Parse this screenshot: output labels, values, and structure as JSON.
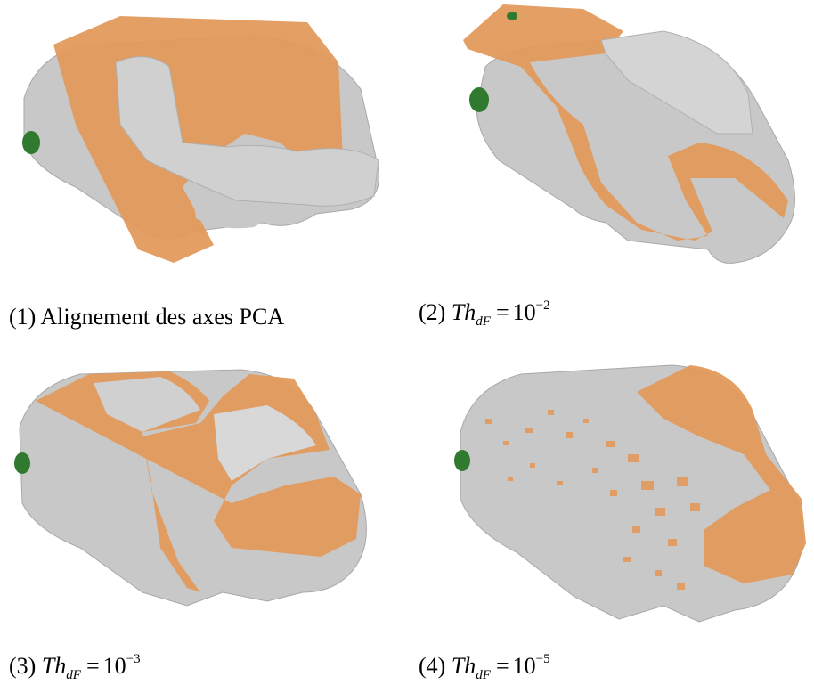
{
  "figure": {
    "panels": [
      {
        "index": "(1)",
        "text": "Alignement des axes PCA"
      },
      {
        "index": "(2)",
        "var": "Th",
        "sub": "dF",
        "eq": "=",
        "base": "10",
        "exp": "−2"
      },
      {
        "index": "(3)",
        "var": "Th",
        "sub": "dF",
        "eq": "=",
        "base": "10",
        "exp": "−3"
      },
      {
        "index": "(4)",
        "var": "Th",
        "sub": "dF",
        "eq": "=",
        "base": "10",
        "exp": "−5"
      }
    ],
    "colors": {
      "mesh_gray": "#c8c8c8",
      "overlay_orange": "#e39a5c",
      "wheel_green": "#2f7a2f"
    }
  }
}
